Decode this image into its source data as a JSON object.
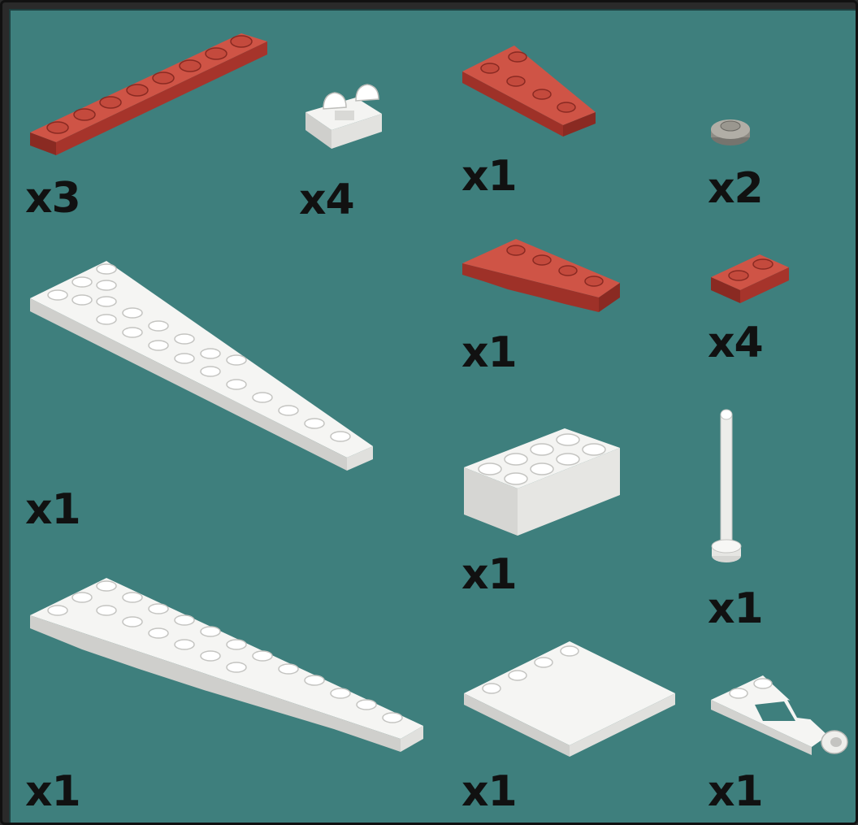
{
  "colors": {
    "background": "#3e7f7d",
    "part_red": "#b0392f",
    "part_white": "#f3f3f1",
    "part_gray": "#8e8b84"
  },
  "parts": [
    {
      "part": "red-plate-1x8",
      "icon": "red-plate-1x8-icon",
      "color": "red",
      "quantity": "x3"
    },
    {
      "part": "white-hinge-plate",
      "icon": "white-hinge-plate-icon",
      "color": "white",
      "quantity": "x4"
    },
    {
      "part": "red-wedge-plate-small",
      "icon": "red-wedge-plate-small-icon",
      "color": "red",
      "quantity": "x1"
    },
    {
      "part": "gray-round-plate-1x1",
      "icon": "gray-round-plate-icon",
      "color": "gray",
      "quantity": "x2"
    },
    {
      "part": "red-wedge-plate-cutout",
      "icon": "red-wedge-plate-cutout-icon",
      "color": "red",
      "quantity": "x1"
    },
    {
      "part": "red-plate-1x2",
      "icon": "red-plate-1x2-icon",
      "color": "red",
      "quantity": "x4"
    },
    {
      "part": "white-wedge-plate-long",
      "icon": "white-wedge-plate-long-icon",
      "color": "white",
      "quantity": "x1"
    },
    {
      "part": "white-brick-2x4",
      "icon": "white-brick-2x4-icon",
      "color": "white",
      "quantity": "x1"
    },
    {
      "part": "white-antenna",
      "icon": "white-antenna-icon",
      "color": "white",
      "quantity": "x1"
    },
    {
      "part": "white-wedge-plate-long-cutout",
      "icon": "white-wedge-plate-long-cutout-icon",
      "color": "white",
      "quantity": "x1"
    },
    {
      "part": "white-plate-4x4",
      "icon": "white-plate-4x4-icon",
      "color": "white",
      "quantity": "x1"
    },
    {
      "part": "white-bar-holder",
      "icon": "white-bar-holder-icon",
      "color": "white",
      "quantity": "x1"
    }
  ]
}
